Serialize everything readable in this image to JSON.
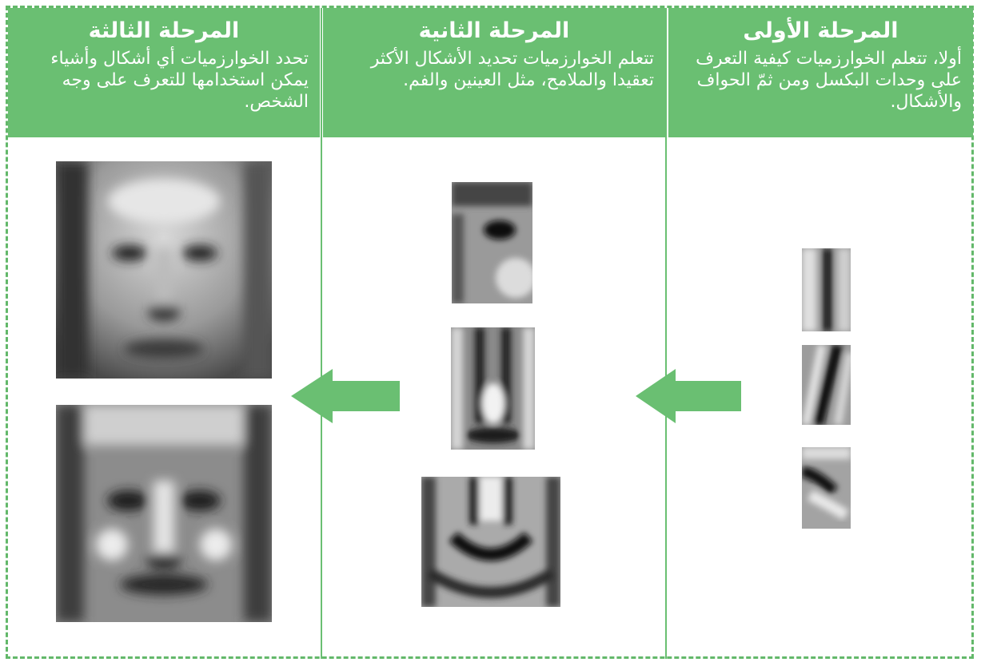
{
  "stages": [
    {
      "title": "المرحلة الأولى",
      "text": "أولا، تتعلم الخوارزميات كيفية التعرف على وحدات البكسل ومن ثمّ الحواف والأشكال."
    },
    {
      "title": "المرحلة الثانية",
      "text": "تتعلم الخوارزميات تحديد الأشكال الأكثر تعقيدا والملامح، مثل العينين والفم."
    },
    {
      "title": "المرحلة الثالثة",
      "text": "تحدد الخوارزميات أي أشكال وأشياء يمكن استخدامها للتعرف على وجه الشخص."
    }
  ],
  "colors": {
    "green": "#6abf72",
    "arrow": "#6abf72",
    "background": "#ffffff"
  }
}
